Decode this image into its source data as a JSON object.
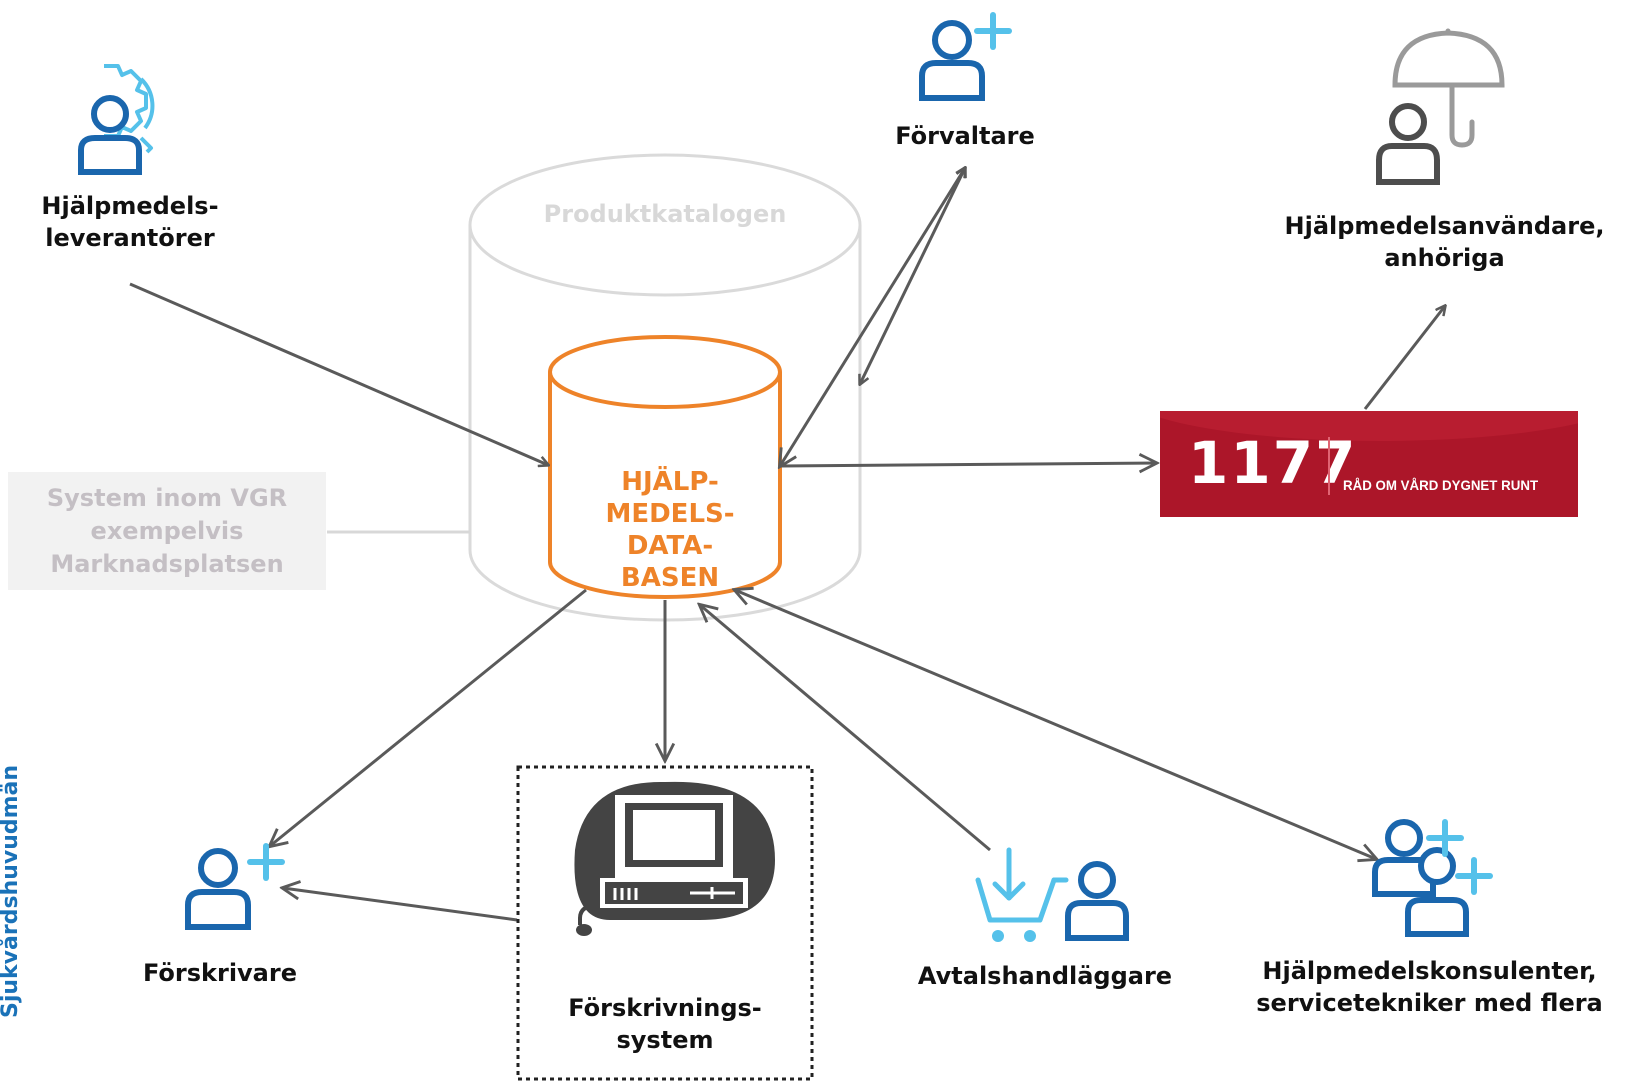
{
  "actors": {
    "leverantorer": "Hjälpmedels-\nleverantörer",
    "forvaltare": "Förvaltare",
    "anvandare": "Hjälpmedelsanvändare,\nanhöriga",
    "forskrivare": "Förskrivare",
    "forskrivningssystem": "Förskrivnings-\nsystem",
    "avtalshandlaggare": "Avtalshandläggare",
    "konsulenter": "Hjälpmedelskonsulenter,\nservicetekniker med flera"
  },
  "database": {
    "catalog_title": "Produktkatalogen",
    "db_title": "HJÄLP-\nMEDELS-\nDATA-\nBASEN"
  },
  "vgr_system": "System inom VGR\nexempelvis\nMarknadsplatsen",
  "banner_1177": {
    "number": "1177",
    "tagline": "RÅD OM VÅRD DYGNET RUNT"
  },
  "side_label": "Sjukvårdshuvudmän",
  "colors": {
    "dark_blue": "#1a66ad",
    "light_blue": "#55c1ea",
    "orange": "#ee8329",
    "gray_icon": "#4d4d4d",
    "arrow": "#5a5a5a",
    "banner_red": "#ac1629"
  },
  "icons": {
    "leverantorer": "user-gear-icon",
    "forvaltare": "user-plus-icon",
    "anvandare": "user-umbrella-icon",
    "forskrivare": "user-plus-icon",
    "forskrivningssystem": "computer-icon",
    "avtalshandlaggare": "cart-user-icon",
    "konsulenter": "users-plus-icon"
  }
}
